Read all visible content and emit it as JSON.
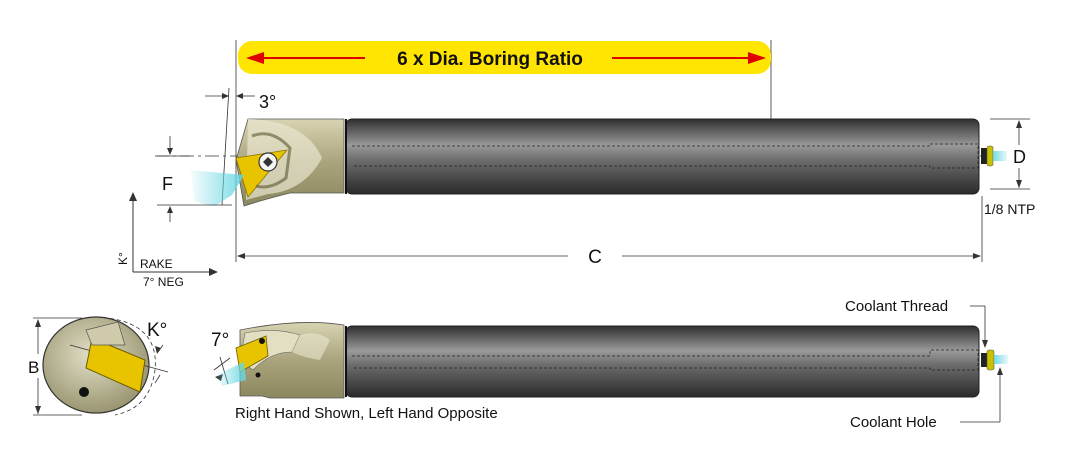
{
  "banner": {
    "text": "6 x Dia. Boring Ratio",
    "color": "#ffe500",
    "arrow_color": "#e00000"
  },
  "labels": {
    "angle_3": "3°",
    "F": "F",
    "D": "D",
    "ntp": "1/8 NTP",
    "C": "C",
    "k_axis": "K°",
    "rake": "RAKE",
    "neg": "7° NEG",
    "B": "B",
    "k_end": "K°",
    "angle_7": "7°",
    "caption": "Right Hand Shown, Left Hand Opposite",
    "coolant_thread": "Coolant Thread",
    "coolant_hole": "Coolant Hole"
  },
  "colors": {
    "bar_dark": "#3e3e3e",
    "bar_mid": "#8a8a8a",
    "head": "#b7b28a",
    "insert": "#e8c300",
    "coolant": "#66d6e2",
    "fitting": "#c9c000"
  }
}
